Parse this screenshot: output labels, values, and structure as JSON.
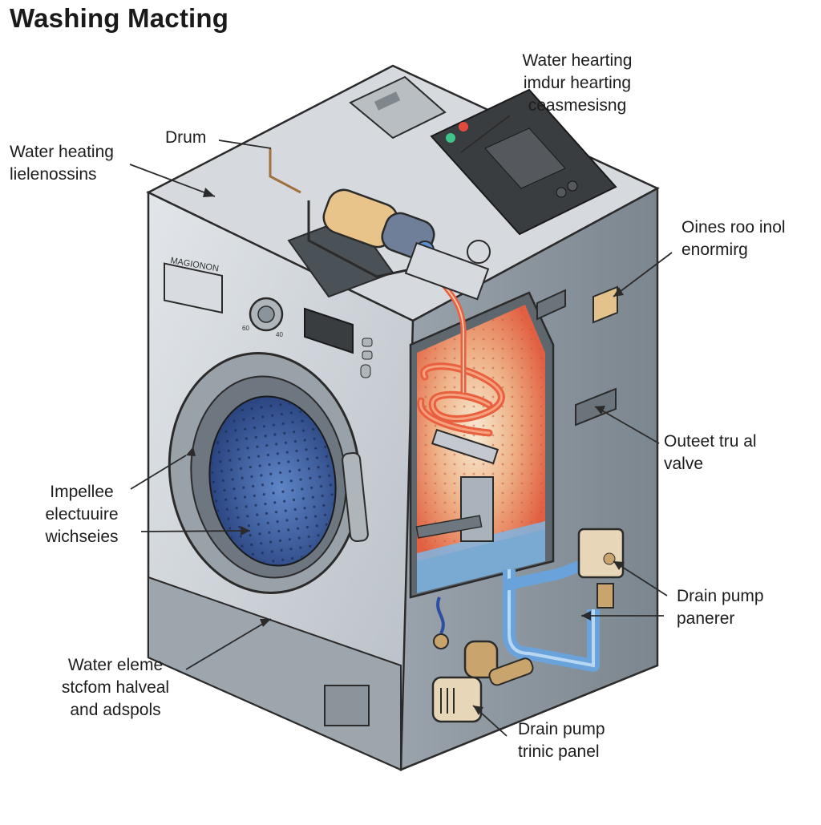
{
  "title": "Washing Macting",
  "brand": "MAGIONON",
  "dial_marks": [
    "60",
    "40"
  ],
  "labels": {
    "water_heating_left": [
      "Water heating",
      "lielenossins"
    ],
    "drum": [
      "Drum"
    ],
    "water_hearting_top": [
      "Water hearting",
      "imdur hearting",
      "ceasmesisng"
    ],
    "oines": [
      "Oines roo inol",
      "enormirg"
    ],
    "outlet": [
      "Outeet tru al",
      "valve"
    ],
    "impeller": [
      "Impellee",
      "electuuire",
      "wichseies"
    ],
    "drain_pump_right": [
      "Drain pump",
      "panerer"
    ],
    "water_element": [
      "Water eleme",
      "stcfom halveal",
      "and adspols"
    ],
    "drain_pump_bottom": [
      "Drain pump",
      "trinic panel"
    ]
  },
  "colors": {
    "body_front": "#c9ced3",
    "body_side": "#8d979f",
    "top": "#d6dade",
    "drum_blue": "#3e6db8",
    "heater": "#e8603f",
    "pipe_blue": "#6aa3dc",
    "brass": "#c9a46c",
    "display": "#3a3d40"
  }
}
